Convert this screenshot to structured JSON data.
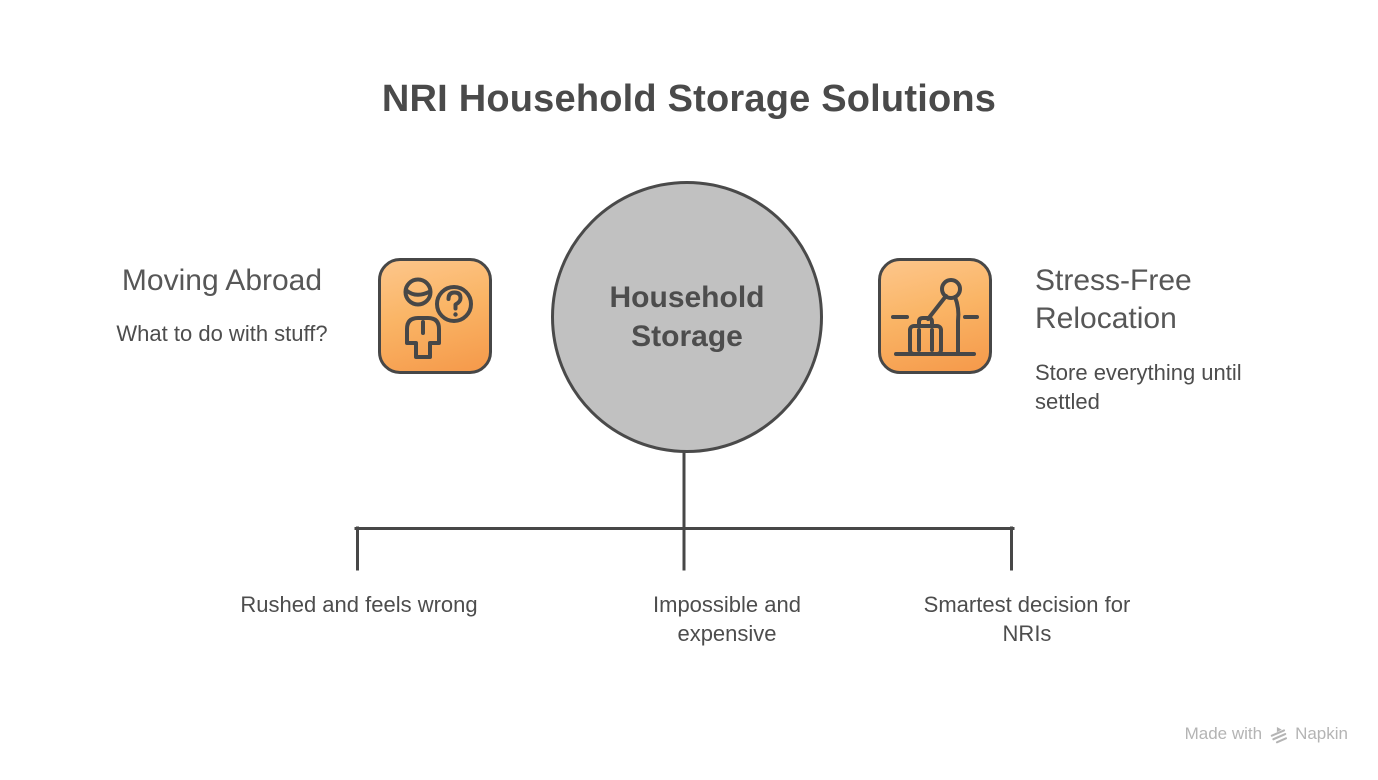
{
  "title": "NRI Household Storage Solutions",
  "center_node": {
    "label": "Household Storage"
  },
  "left_item": {
    "heading": "Moving Abroad",
    "description": "What to do with stuff?",
    "icon": "person-question-icon"
  },
  "right_item": {
    "heading": "Stress-Free Relocation",
    "description": "Store everything until settled",
    "icon": "traveler-luggage-icon"
  },
  "branch_labels": [
    {
      "label": "Rushed and feels wrong"
    },
    {
      "label": "Impossible and expensive"
    },
    {
      "label": "Smartest decision for NRIs"
    }
  ],
  "watermark": {
    "prefix": "Made with",
    "brand": "Napkin"
  },
  "colors": {
    "accent_orange_light": "#fdc68b",
    "accent_orange_dark": "#f5994a",
    "node_gray_fill": "#c1c1c1",
    "stroke_dark": "#474747",
    "title_text": "#4a4a4a",
    "body_text": "#4d4d4d",
    "heading_text": "#575757",
    "watermark_gray": "#b4b4b4"
  }
}
